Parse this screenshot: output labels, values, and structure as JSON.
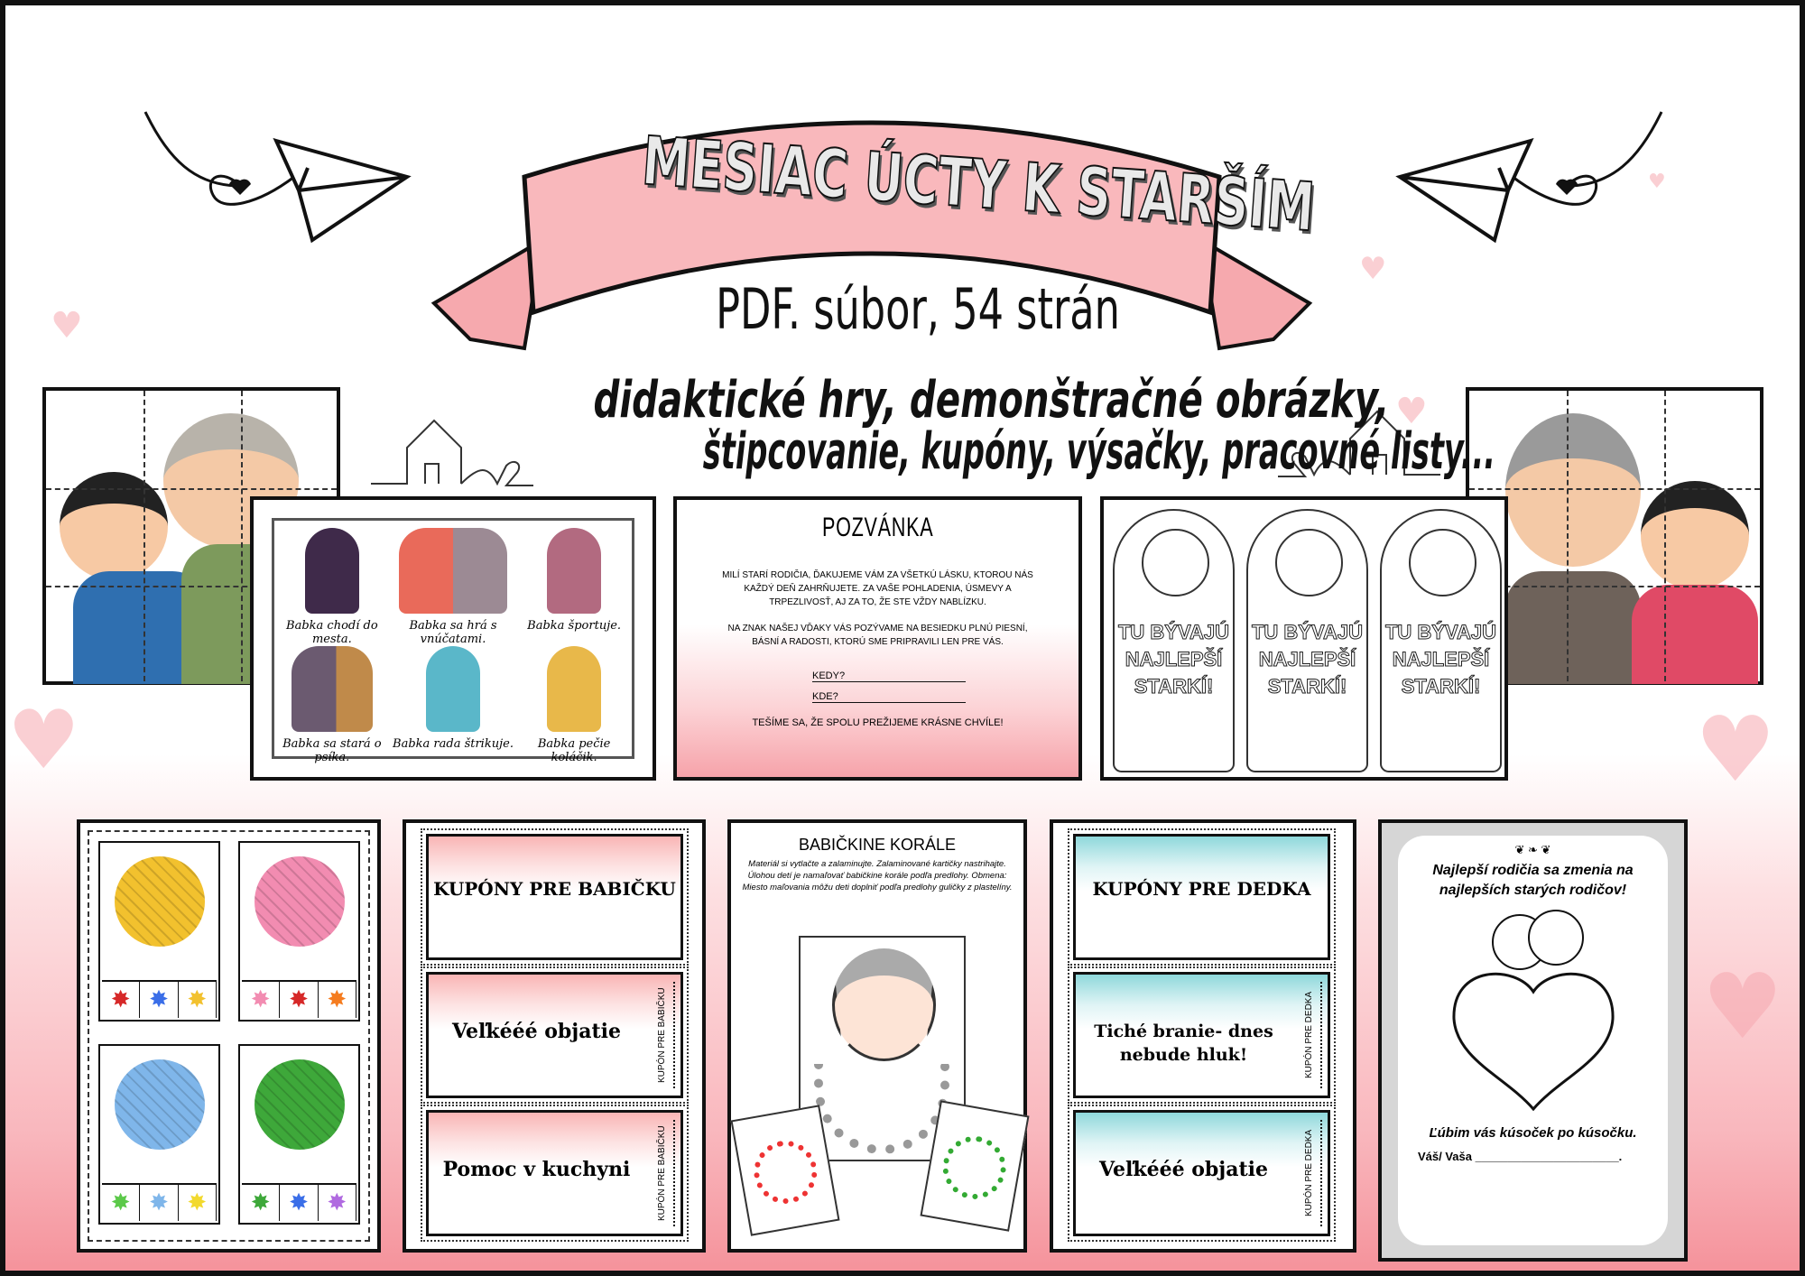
{
  "header": {
    "title": "MESIAC ÚCTY K STARŠÍM",
    "format": "PDF. súbor, 54 strán",
    "description_lines": [
      "didaktické hry, demonštračné obrázky,",
      "štipcovanie, kupóny, výsačky, pracovné listy..."
    ]
  },
  "colors": {
    "banner": "#f9b8bc",
    "accent_pink": "#f48c95",
    "frame": "#111111"
  },
  "picture_cards": {
    "captions": [
      "Babka chodí do mesta.",
      "Babka sa hrá s vnúčatami.",
      "Babka športuje.",
      "Babka sa stará o psíka.",
      "Babka rada štrikuje.",
      "Babka pečie koláčik."
    ]
  },
  "invitation": {
    "title": "POZVÁNKA",
    "paragraph1": "Milí starí rodičia, ďakujeme vám za všetkú lásku, ktorou nás každý deň zahrňujete. Za vaše pohladenia, úsmevy a trpezlivosť, aj za to, že ste vždy nablízku.",
    "paragraph2": "Na znak našej vďaky vás pozývame na besiedku plnú piesní, básní a radosti, ktorú sme pripravili len pre vás.",
    "when_label": "KEDY?",
    "where_label": "KDE?",
    "closing": "Tešíme sa, že spolu prežijeme krásne chvíle!"
  },
  "door_hangers": {
    "text": "TU BÝVAJÚ NAJLEPŠÍ STARKÍ!"
  },
  "coupons_grandma": {
    "title": "KUPÓNY PRE BABIČKU",
    "items": [
      "Veľkééé objatie",
      "Pomoc v kuchyni"
    ],
    "side_label": "KUPÓN PRE BABIČKU"
  },
  "beads": {
    "title": "BABIČKINE KORÁLE",
    "instructions": "Materiál si vytlačte a zalaminujte. Zalaminované kartičky nastrihajte. Úlohou detí je namaľovať babičkine korále podľa predlohy. Obmena: Miesto maľovania môžu deti doplniť podľa predlohy guličky z plastelíny."
  },
  "coupons_grandpa": {
    "title": "KUPÓNY PRE DEDKA",
    "items": [
      "Tiché branie- dnes nebude hluk!",
      "Veľkééé objatie"
    ],
    "side_label": "KUPÓN PRE DEDKA"
  },
  "coloring_page": {
    "title": "Najlepší rodičia sa zmenia na najlepších starých rodičov!",
    "caption": "Ľúbim vás kúsoček po kúsočku.",
    "signature_label": "Váš/ Vaša ______________________."
  },
  "yarn_cards": [
    {
      "ball": "#f2c12e",
      "swatches": [
        "#d62828",
        "#3a6ee8",
        "#f2c12e"
      ]
    },
    {
      "ball": "#f28cb1",
      "swatches": [
        "#f28cb1",
        "#d62828",
        "#f57c1f"
      ]
    },
    {
      "ball": "#7fb6ea",
      "swatches": [
        "#5cc94a",
        "#7fb6ea",
        "#f2d92e"
      ]
    },
    {
      "ball": "#3ea83a",
      "swatches": [
        "#3ea83a",
        "#3a6ee8",
        "#b06ae0"
      ]
    }
  ]
}
